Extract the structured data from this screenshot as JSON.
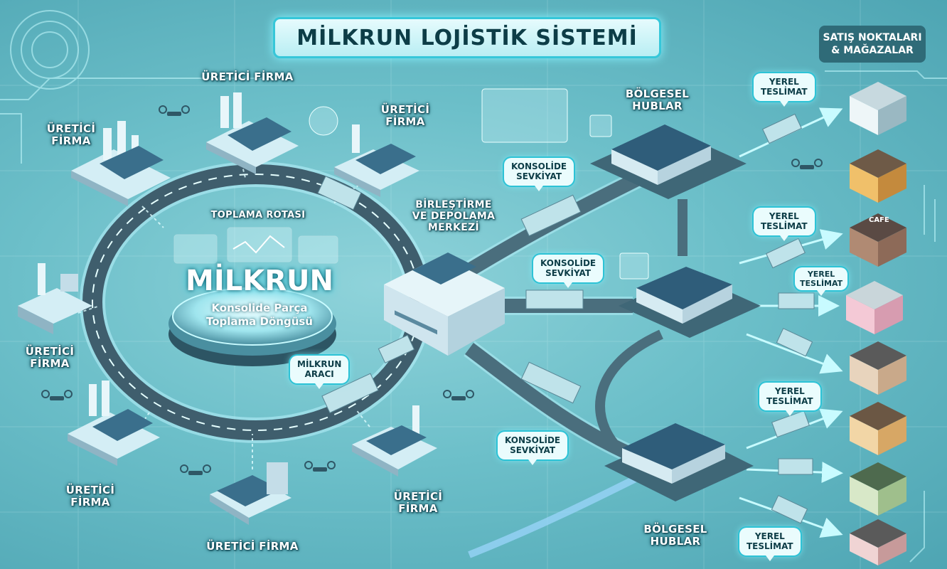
{
  "title": "MİLKRUN LOJİSTİK SİSTEMİ",
  "stores_header": {
    "line1": "SATIŞ NOKTALARI",
    "line2": "& MAĞAZALAR"
  },
  "center": {
    "title": "MİLKRUN",
    "subtitle_line1": "Konsolide Parça",
    "subtitle_line2": "Toplama Döngüsü",
    "route_label": "TOPLAMA ROTASI",
    "vehicle_label_line1": "MİLKRUN",
    "vehicle_label_line2": "ARACI"
  },
  "producers": {
    "p1": {
      "line1": "ÜRETİCİ FİRMA",
      "line2": ""
    },
    "p2": {
      "line1": "ÜRETİCİ",
      "line2": "FİRMA"
    },
    "p3": {
      "line1": "ÜRETİCİ",
      "line2": "FİRMA"
    },
    "p4": {
      "line1": "ÜRETİCİ",
      "line2": "FİRMA"
    },
    "p5": {
      "line1": "ÜRETİCİ",
      "line2": "FİRMA"
    },
    "p6": {
      "line1": "ÜRETİCİ FİRMA",
      "line2": ""
    },
    "p7": {
      "line1": "ÜRETİCİ",
      "line2": "FİRMA"
    }
  },
  "consolidation_center": {
    "line1": "BİRLEŞTİRME",
    "line2": "VE DEPOLAMA",
    "line3": "MERKEZİ"
  },
  "hubs": {
    "top": {
      "line1": "BÖLGESEL HUBLAR",
      "line2": ""
    },
    "bottom": {
      "line1": "BÖLGESEL",
      "line2": "HUBLAR"
    }
  },
  "shipments": {
    "s1": {
      "line1": "KONSOLİDE",
      "line2": "SEVKİYAT"
    },
    "s2": {
      "line1": "KONSOLİDE",
      "line2": "SEVKİYAT"
    },
    "s3": {
      "line1": "KONSOLİDE",
      "line2": "SEVKİYAT"
    }
  },
  "deliveries": {
    "d1": {
      "line1": "YEREL",
      "line2": "TESLİMAT"
    },
    "d2": {
      "line1": "YEREL",
      "line2": "TESLİMAT"
    },
    "d3": {
      "line1": "YEREL",
      "line2": "TESLİMAT"
    },
    "d4": {
      "line1": "YEREL",
      "line2": "TESLİMAT"
    },
    "d5": {
      "line1": "YEREL",
      "line2": "TESLİMAT"
    }
  },
  "store_sign": "CAFE",
  "colors": {
    "background": "#6cbfc9",
    "accent": "#36c7d9",
    "road": "#3f5e6d",
    "glow": "#86f3ff",
    "title_text": "#0d3d47"
  }
}
